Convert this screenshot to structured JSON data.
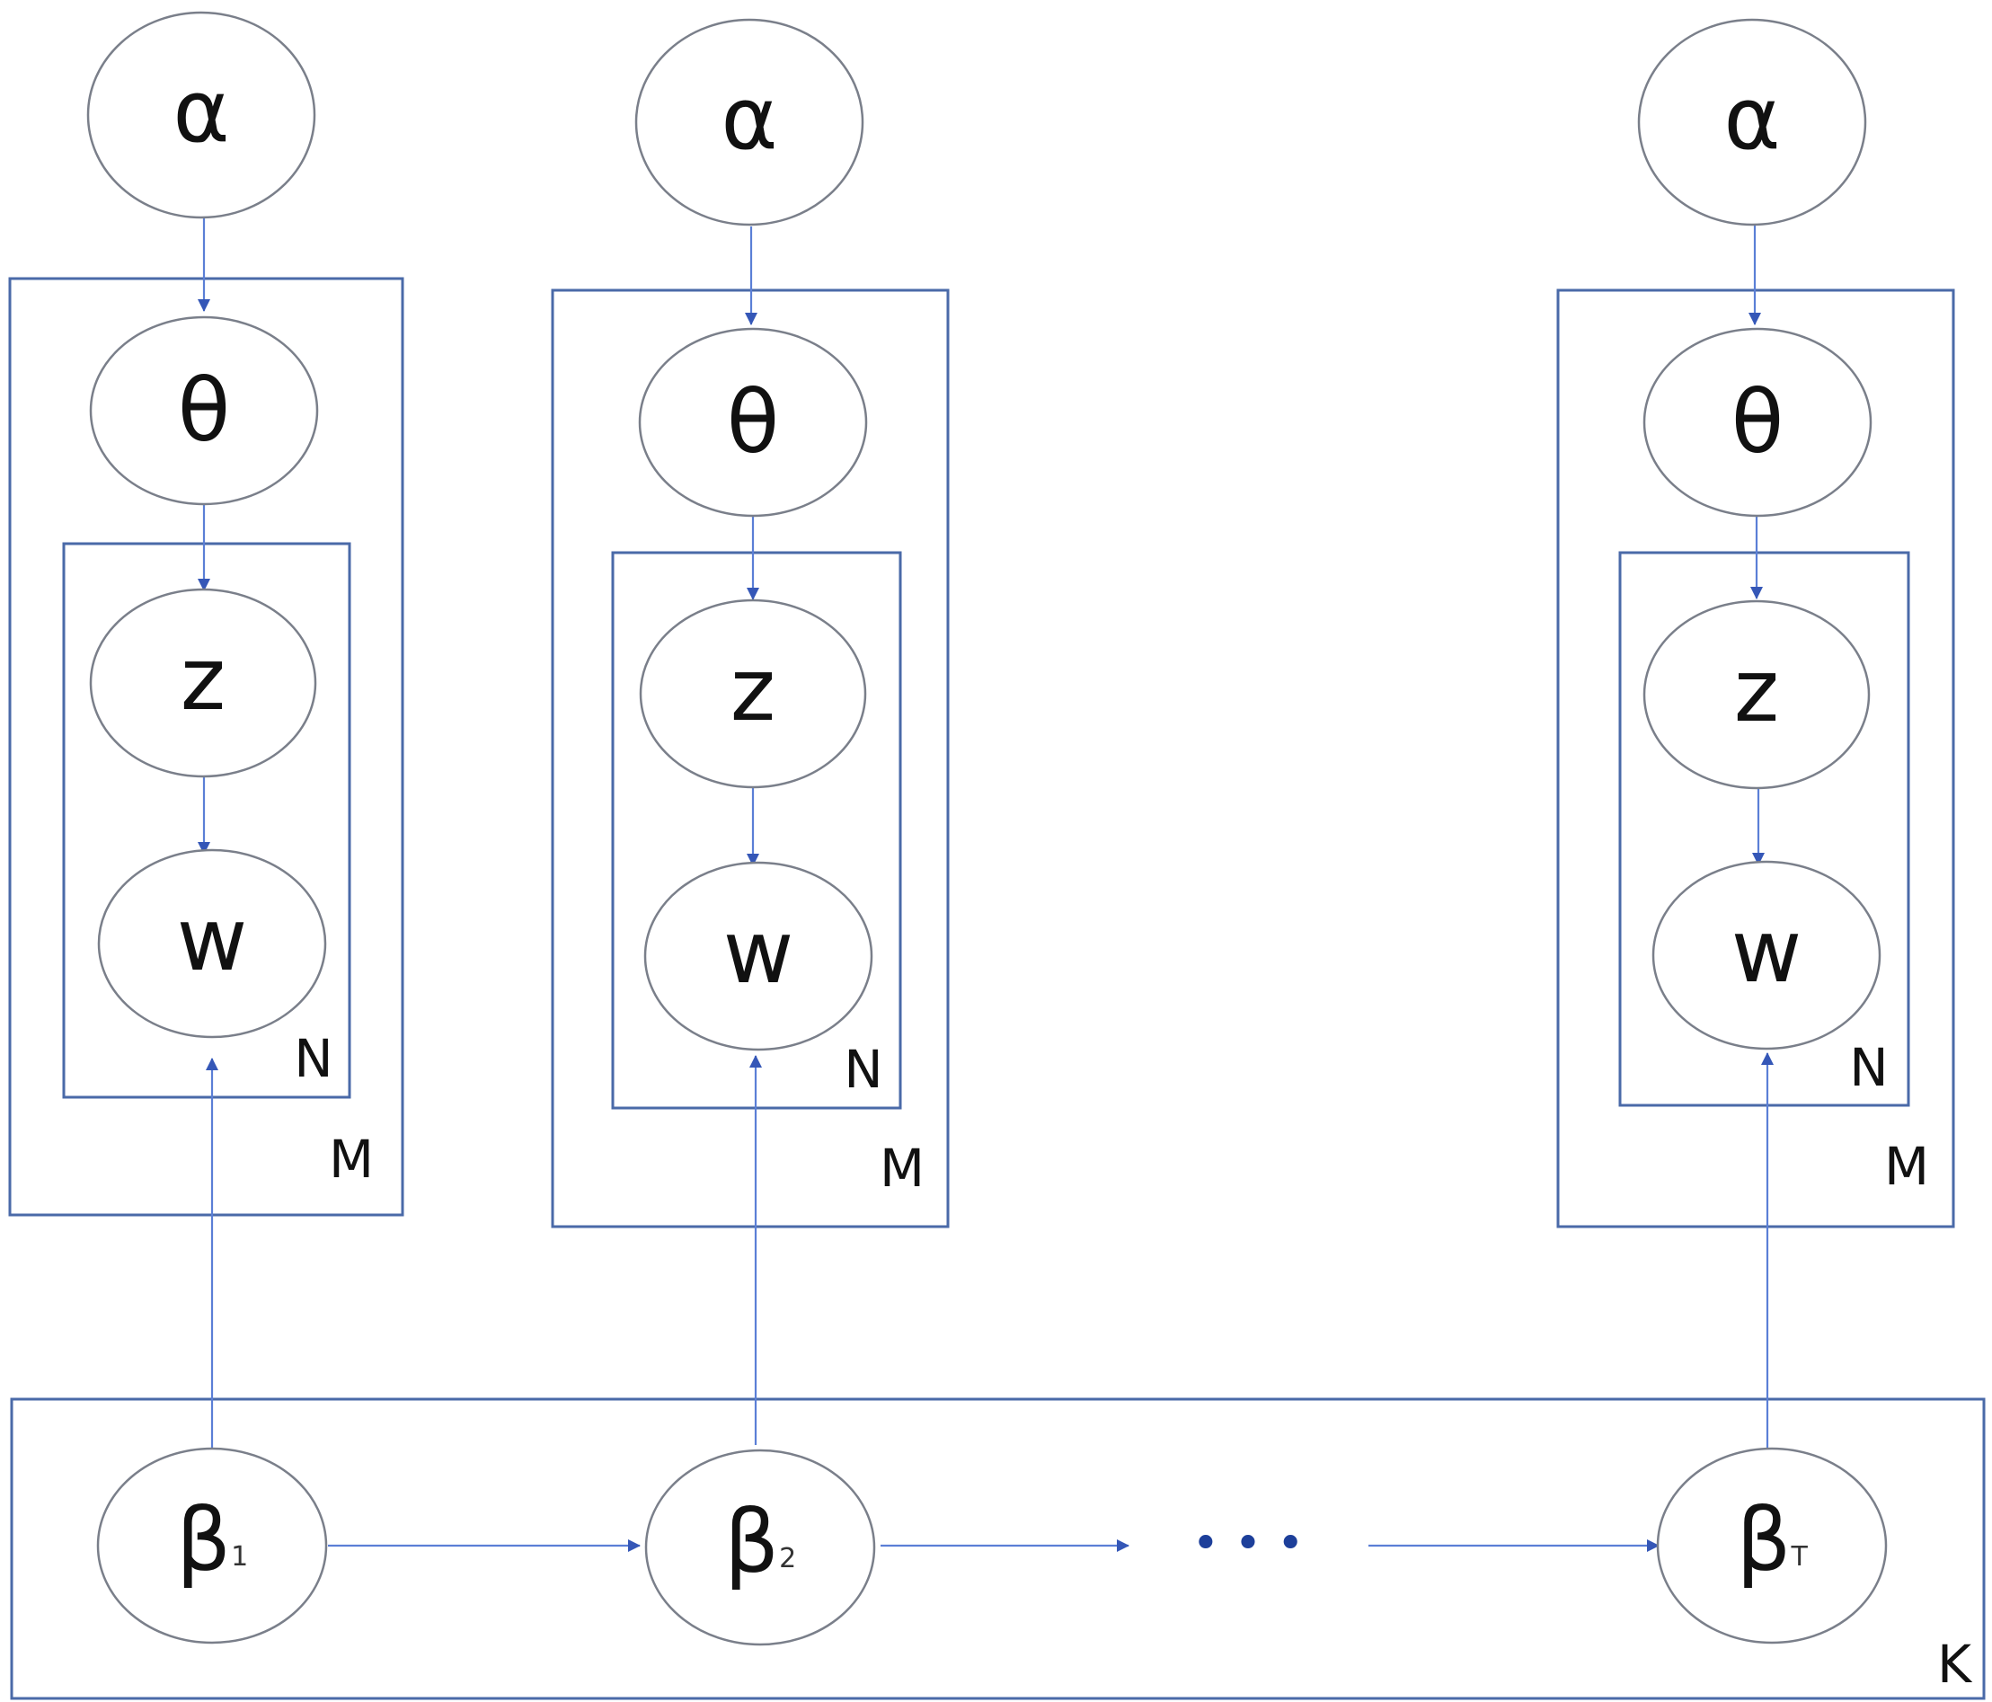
{
  "columns": [
    {
      "alpha": "α",
      "theta": "θ",
      "z": "z",
      "w": "w",
      "inner_plate": "N",
      "outer_plate": "M"
    },
    {
      "alpha": "α",
      "theta": "θ",
      "z": "z",
      "w": "w",
      "inner_plate": "N",
      "outer_plate": "M"
    },
    {
      "alpha": "α",
      "theta": "θ",
      "z": "z",
      "w": "w",
      "inner_plate": "N",
      "outer_plate": "M"
    }
  ],
  "topics": [
    {
      "symbol": "β",
      "subscript": "1"
    },
    {
      "symbol": "β",
      "subscript": "2"
    },
    {
      "symbol": "β",
      "subscript": "T"
    }
  ],
  "ellipsis": "• • •",
  "topic_plate": "K",
  "colors": {
    "edge": "#5b7fd6",
    "plate": "#4a6aa8",
    "node_border": "#7a7f8a"
  }
}
